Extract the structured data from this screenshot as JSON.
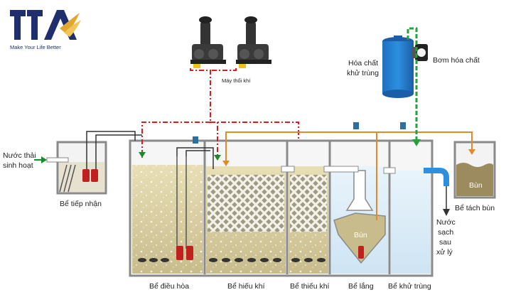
{
  "brand": {
    "logo_text": "TTA",
    "tagline": "Make Your Life Better",
    "colors": {
      "navy": "#1f2f6e",
      "gold": "#e2a72e"
    }
  },
  "labels": {
    "inlet": [
      "Nước thải",
      "sinh hoạt"
    ],
    "blower": "Máy thổi khí",
    "chemical": [
      "Hóa chất",
      "khử trùng"
    ],
    "chemical_pump": "Bơm hóa chất",
    "sludge_top": "Bùn",
    "sludge_settler": "Bùn",
    "outlet": [
      "Nước",
      "sạch",
      "sau",
      "xử lý"
    ],
    "tanks": {
      "receiving": "Bể tiếp nhận",
      "equalization": "Bể điều hòa",
      "aerobic": "Bể hiếu khí",
      "anoxic": "Bể thiếu khí",
      "settling": "Bể lắng",
      "disinfection": "Bể khử trùng",
      "sludge": "Bể tách bùn"
    }
  },
  "colors": {
    "air_line": "#d21f1f",
    "return_line": "#e08a2a",
    "chem_line": "#22a23a",
    "water_fill": "#d9cfa6",
    "tank_wall": "#8a8a8a"
  }
}
